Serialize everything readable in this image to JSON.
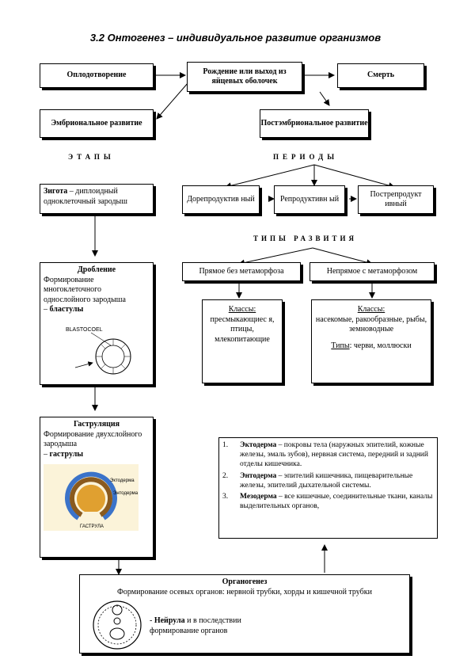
{
  "title": "3.2 Онтогенез – индивидуальное развитие организмов",
  "top": {
    "fertilization": "Оплодотворение",
    "birth": "Рождение или выход из яйцевых оболочек",
    "death": "Смерть"
  },
  "embryonic": "Эмбриональное развитие",
  "postembryonic": "Постэмбриональное развитие",
  "stages_label": "ЭТАПЫ",
  "periods_label": "ПЕРИОДЫ",
  "periods": [
    "Дорепродуктив ный",
    "Репродуктивн ый",
    "Пострепродукт ивный"
  ],
  "dev_types_label": "ТИПЫ РАЗВИТИЯ",
  "direct": "Прямое без метаморфоза",
  "indirect": "Непрямое с метаморфозом",
  "zygote": {
    "term": "Зигота",
    "text": " – диплоидный одноклеточный зародыш"
  },
  "cleavage": {
    "title": "Дробление",
    "text": "Формирование многоклеточного однослойного зародыша",
    "dash": "–",
    "result": "бластулы",
    "image_label": "BLASTOCOEL"
  },
  "gastrulation": {
    "title": "Гаструляция",
    "text": "Формирование двухслойного зародыша",
    "dash": "–",
    "result": "гаструлы",
    "image_labels": [
      "Эктодерма",
      "Энтодерма",
      "ГАСТРУЛА"
    ]
  },
  "classes_left": {
    "heading": "Классы:",
    "text": "пресмыкающиес я, птицы, млекопитающие"
  },
  "classes_right": {
    "heading": "Классы:",
    "text": "насекомые, ракообразные, рыбы, земноводные",
    "types_heading": "Типы",
    "types_text": ": черви, моллюски"
  },
  "germ_layers": [
    {
      "num": "1.",
      "term": "Эктодерма",
      "text": " – покровы тела (наружных эпителий, кожные железы, эмаль зубов), нервная система, передний и задний отделы кишечника."
    },
    {
      "num": "2.",
      "term": "Энтодерма",
      "text": " – эпителий кишечника, пищеварительные железы, эпителий дыхательной системы."
    },
    {
      "num": "3.",
      "term": "Мезодерма",
      "text": " – все кишечные, соединительные ткани, каналы выделительных органов,"
    }
  ],
  "organogenesis": {
    "title": "Органогенез",
    "text": "Формирование осевых органов: нервной трубки, хорды и кишечной трубки",
    "dash": "-",
    "term": "Нейрула",
    "text2": " и в последствии формирование органов"
  }
}
